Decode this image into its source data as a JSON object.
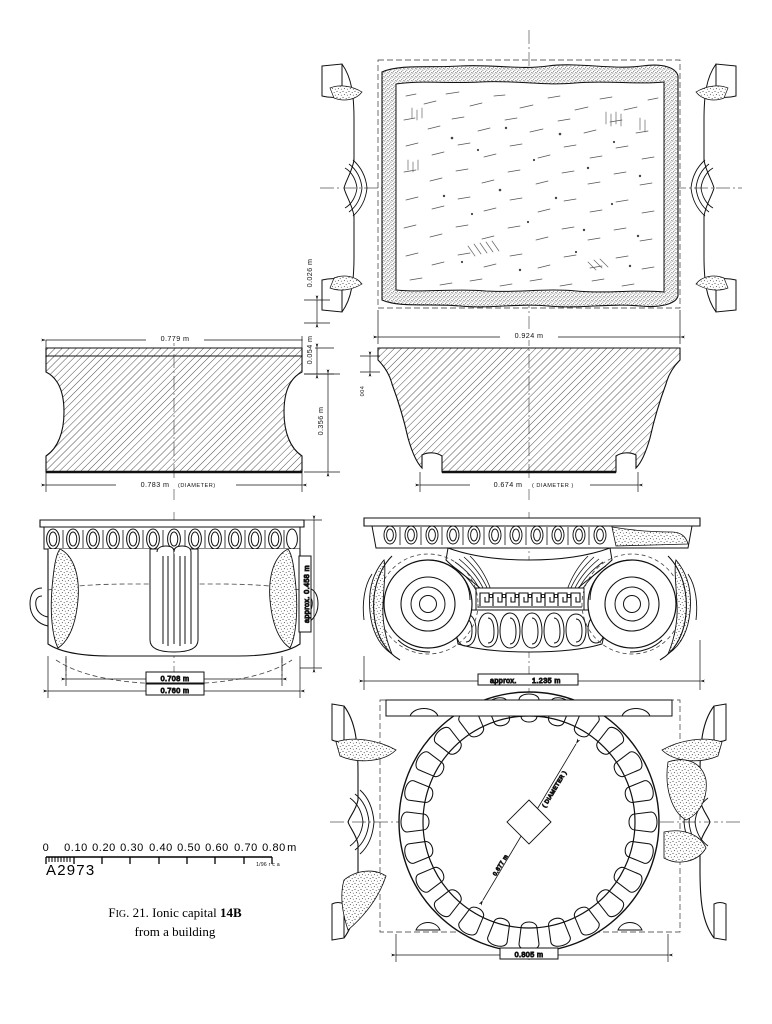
{
  "figure": {
    "plate_label": "A2973",
    "caption_line1_prefix": "F",
    "caption_line1_smallcaps": "IG",
    "caption_line1_mid": ". 21. Ionic capital ",
    "caption_line1_bold": "14B",
    "caption_line2": "from a building",
    "credit": "1/96  r c a"
  },
  "scalebar": {
    "unit": "m",
    "ticks": [
      "0",
      "0.10",
      "0.20",
      "0.30",
      "0.40",
      "0.50",
      "0.60",
      "0.70",
      "0.80"
    ]
  },
  "views": {
    "top_plan": {
      "name": "abacus-top-plan"
    },
    "left_section": {
      "name": "abacus-section-left"
    },
    "right_section": {
      "name": "echinus-section-right"
    },
    "left_side_elevation": {
      "name": "side-elevation-left"
    },
    "front_elevation": {
      "name": "volute-front-elevation"
    },
    "bottom_plan": {
      "name": "bottom-plan"
    }
  },
  "dimensions": {
    "top_plan_width": "0.924 m",
    "abacus_height": "0.026 m",
    "fillet_height": "0.054 m",
    "small_fillet": "004",
    "echinus_height": "0.356 m",
    "left_section_width": "0.779 m",
    "left_section_diameter_value": "0.783 m",
    "left_section_diameter_label": "(DIAMETER)",
    "right_section_diameter_value": "0.674 m",
    "right_section_diameter_label": "( DIAMETER )",
    "side_elev_inner_width": "0.708 m",
    "side_elev_outer_width": "0.760 m",
    "side_elev_height": "approx. 0.458 m",
    "front_elev_width_prefix": "approx.",
    "front_elev_width": "1.235 m",
    "bottom_plan_width": "0.805 m",
    "bottom_plan_diameter_value": "0.677 m",
    "bottom_plan_diameter_label": "( DIAMETER )"
  },
  "colors": {
    "ink": "#111111",
    "hatch": "#2a2a2a",
    "stipple": "#3a3a3a",
    "paper": "#ffffff"
  }
}
